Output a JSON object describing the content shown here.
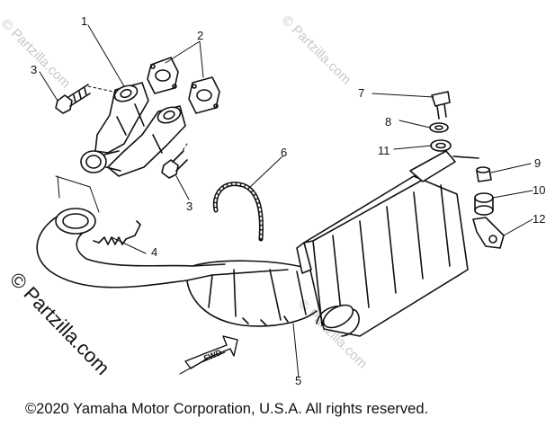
{
  "callouts": [
    {
      "num": "1"
    },
    {
      "num": "2"
    },
    {
      "num": "3"
    },
    {
      "num": "3"
    },
    {
      "num": "4"
    },
    {
      "num": "5"
    },
    {
      "num": "6"
    },
    {
      "num": "7"
    },
    {
      "num": "8"
    },
    {
      "num": "9"
    },
    {
      "num": "10"
    },
    {
      "num": "11"
    },
    {
      "num": "12"
    }
  ],
  "fwd_label": "FWD",
  "watermark": "© Partzilla.com",
  "side_watermark": "© Partzilla.com",
  "copyright": "©2020 Yamaha Motor Corporation, U.S.A. All rights reserved."
}
